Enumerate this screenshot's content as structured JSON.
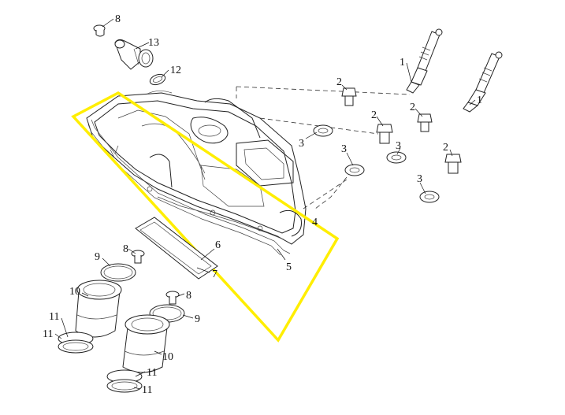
{
  "diagram": {
    "highlight_color": "#ffee00",
    "line_color": "#222222",
    "callouts": [
      {
        "id": "c1a",
        "label": "1"
      },
      {
        "id": "c1b",
        "label": "1"
      },
      {
        "id": "c2a",
        "label": "2"
      },
      {
        "id": "c2b",
        "label": "2"
      },
      {
        "id": "c2c",
        "label": "2"
      },
      {
        "id": "c2d",
        "label": "2"
      },
      {
        "id": "c3a",
        "label": "3"
      },
      {
        "id": "c3b",
        "label": "3"
      },
      {
        "id": "c3c",
        "label": "3"
      },
      {
        "id": "c3d",
        "label": "3"
      },
      {
        "id": "c4",
        "label": "4"
      },
      {
        "id": "c5",
        "label": "5"
      },
      {
        "id": "c6",
        "label": "6"
      },
      {
        "id": "c7",
        "label": "7"
      },
      {
        "id": "c8a",
        "label": "8"
      },
      {
        "id": "c8b",
        "label": "8"
      },
      {
        "id": "c8c",
        "label": "8"
      },
      {
        "id": "c9a",
        "label": "9"
      },
      {
        "id": "c9b",
        "label": "9"
      },
      {
        "id": "c10a",
        "label": "10"
      },
      {
        "id": "c10b",
        "label": "10"
      },
      {
        "id": "c11a",
        "label": "11"
      },
      {
        "id": "c11b",
        "label": "11"
      },
      {
        "id": "c11c",
        "label": "11"
      },
      {
        "id": "c11d",
        "label": "11"
      },
      {
        "id": "c12",
        "label": "12"
      },
      {
        "id": "c13",
        "label": "13"
      }
    ]
  }
}
